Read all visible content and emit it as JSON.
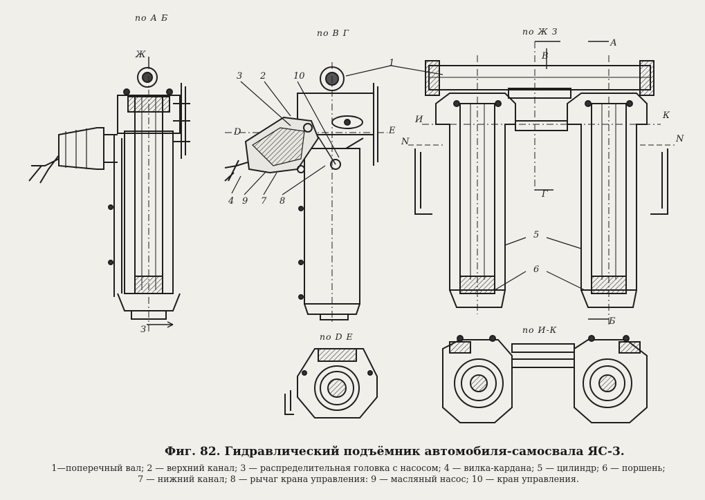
{
  "view_labels": {
    "ab": "по А Б",
    "vg": "по В Г",
    "zhz": "по Ж З",
    "de": "по D E",
    "ik": "по И-К"
  },
  "parts": [
    "1",
    "2",
    "3",
    "10",
    "4",
    "9",
    "7",
    "8",
    "5",
    "6"
  ],
  "section_letters": {
    "zh": "Ж",
    "z": "З",
    "d": "D",
    "e": "E",
    "a": "А",
    "b_top": "В",
    "i": "И",
    "k": "К",
    "n_left": "N",
    "n_right": "N",
    "g": "Г",
    "b_bottom": "Б"
  },
  "caption": {
    "title": "Фиг. 82. Гидравлический подъёмник автомобиля-самосвала ЯС-3.",
    "legend_line1": "1—поперечный вал; 2 — верхний канал; 3 — распределительная головка с насосом; 4 — вилка-кардана; 5 — цилиндр; 6 — поршень;",
    "legend_line2": "7 — нижний канал; 8 — рычаг крана управления: 9 — масляный насос; 10 — кран управления."
  }
}
